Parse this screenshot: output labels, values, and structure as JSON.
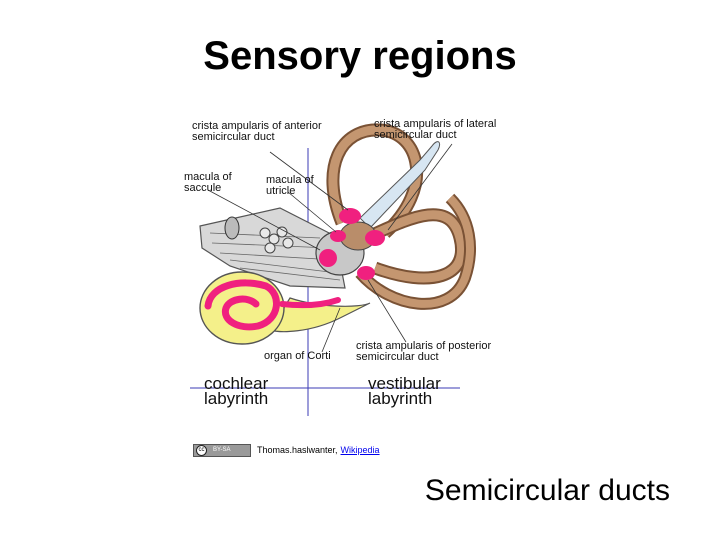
{
  "slide": {
    "title": "Sensory regions",
    "subtitle": "Semicircular ducts"
  },
  "diagram": {
    "labels": {
      "crista_anterior": "crista ampularis of anterior\nsemicircular duct",
      "crista_lateral": "crista ampularis of lateral\nsemicircular duct",
      "macula_saccule": "macula of\nsaccule",
      "macula_utricle": "macula of\nutricle",
      "organ_of_corti": "organ of Corti",
      "crista_posterior": "crista ampularis of posterior\nsemicircular duct",
      "cochlear_labyrinth": "cochlear\nlabyrinth",
      "vestibular_labyrinth": "vestibular\nlabyrinth"
    },
    "colors": {
      "sensory_pink": "#f0207f",
      "duct_brown": "#b07a55",
      "cochlea_yellow": "#f4f08a",
      "axis_blue": "#3b3bb5"
    }
  },
  "credit": {
    "license_badge": "BY-SA",
    "author": "Thomas.haslwanter,",
    "source_link": "Wikipedia"
  }
}
